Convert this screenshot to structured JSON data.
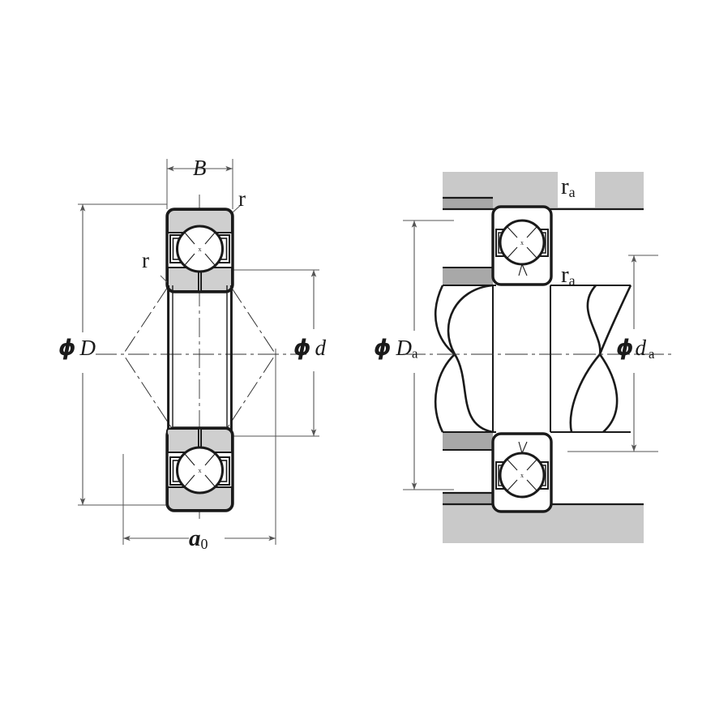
{
  "drawing": {
    "title": "Angular contact ball bearing dimension diagram",
    "figure_count": 2,
    "colors": {
      "line": "#1a1a1a",
      "thin_line": "#555555",
      "housing_light": "#c9c9c9",
      "housing_mid": "#a8a8a8",
      "ring_fill": "#cfcfcf",
      "background": "#ffffff"
    }
  },
  "left_figure": {
    "name": "bearing-boundary-dimensions",
    "labels": {
      "width": "B",
      "outer_diameter_phi": "ϕ",
      "outer_diameter_sym": "D",
      "bore_diameter_phi": "ϕ",
      "bore_diameter_sym": "d",
      "contact_span": "a",
      "contact_span_sub": "0",
      "chamfer_top": "r",
      "chamfer_left": "r"
    }
  },
  "right_figure": {
    "name": "bearing-mounting-dimensions",
    "labels": {
      "housing_shoulder_phi": "ϕ",
      "housing_shoulder_sym": "D",
      "housing_shoulder_sub": "a",
      "shaft_shoulder_phi": "ϕ",
      "shaft_shoulder_sym": "d",
      "shaft_shoulder_sub": "a",
      "fillet_housing": "r",
      "fillet_housing_sub": "a",
      "fillet_shaft": "r",
      "fillet_shaft_sub": "a"
    }
  }
}
